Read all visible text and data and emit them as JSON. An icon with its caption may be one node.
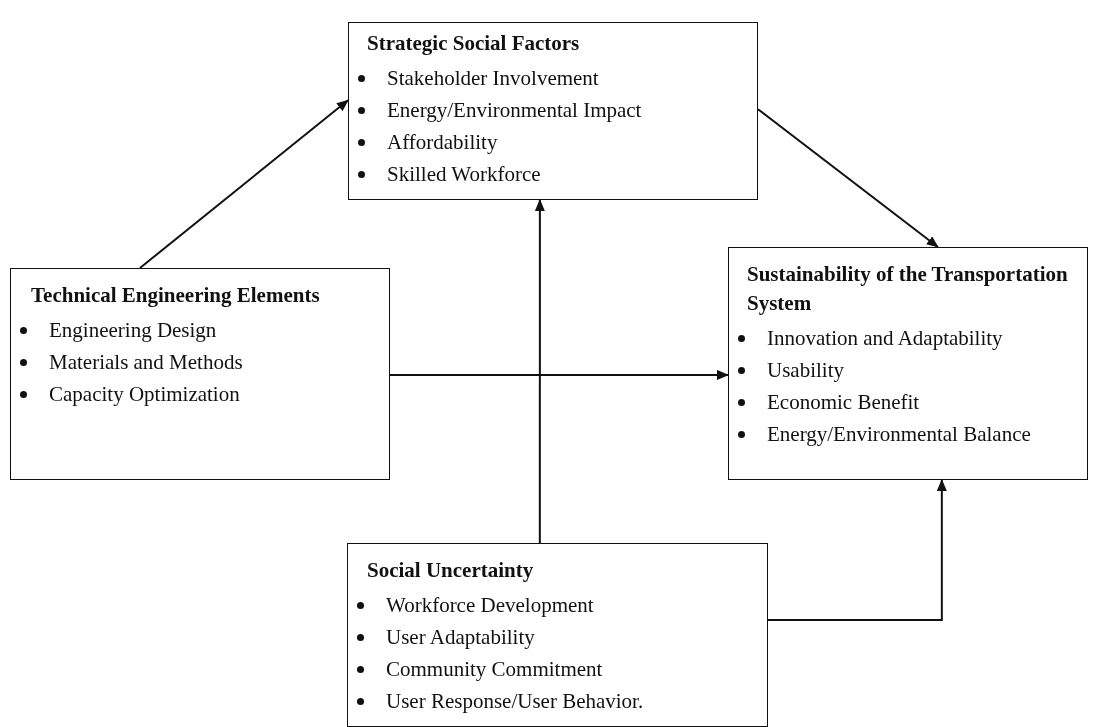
{
  "diagram": {
    "nodes": [
      {
        "text": [
          "Strategic Social Factors",
          "Stakeholder Involvement",
          "Energy/Environmental Impact",
          "Affordability",
          "Skilled Workforce"
        ]
      },
      {
        "text": [
          "Technical Engineering Elements",
          "Engineering Design",
          "Materials and Methods",
          "Capacity Optimization"
        ]
      },
      {
        "text": [
          "Sustainability of the Transportation System",
          "Innovation and Adaptability",
          "Usability",
          "Economic Benefit",
          "Energy/Environmental Balance"
        ]
      },
      {
        "text": [
          "Social Uncertainty",
          "Workforce Development",
          "User Adaptability",
          "Community Commitment",
          "User Response/User Behavior."
        ]
      }
    ],
    "edges": [
      {
        "from": 1,
        "to": 0,
        "arrow": "to"
      },
      {
        "from": 0,
        "to": 2,
        "arrow": "to"
      },
      {
        "from": 1,
        "to": 2,
        "arrow": "to"
      },
      {
        "from": 3,
        "to": 0,
        "arrow": "to"
      },
      {
        "from": 3,
        "to": 2,
        "arrow": "to"
      }
    ]
  }
}
